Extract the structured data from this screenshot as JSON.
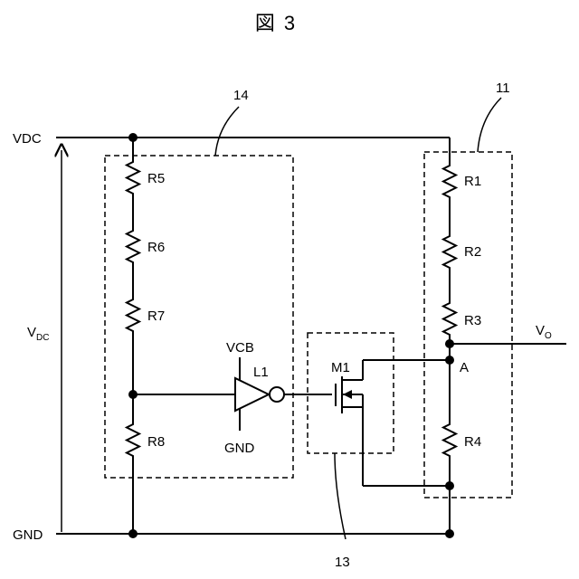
{
  "figure": {
    "title": "図 3"
  },
  "rails": {
    "vdc": "VDC",
    "gnd": "GND"
  },
  "voltage": {
    "vdc_main": "V",
    "vdc_sub": "DC",
    "vo_main": "V",
    "vo_sub": "O"
  },
  "blocks": {
    "divider_main": "11",
    "divider_sense": "14",
    "switch": "13"
  },
  "resistors": {
    "r1": "R1",
    "r2": "R2",
    "r3": "R3",
    "r4": "R4",
    "r5": "R5",
    "r6": "R6",
    "r7": "R7",
    "r8": "R8"
  },
  "inverter": {
    "name": "L1",
    "supply": "VCB",
    "ground": "GND"
  },
  "transistor": {
    "name": "M1"
  },
  "nodes": {
    "a": "A"
  }
}
